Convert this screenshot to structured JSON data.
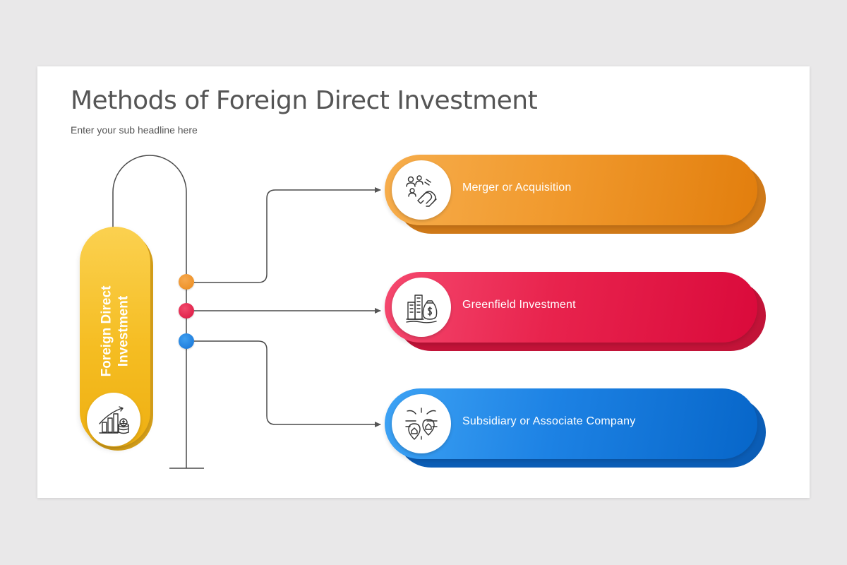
{
  "slide": {
    "title": "Methods of Foreign Direct Investment",
    "subtitle": "Enter your sub headline here"
  },
  "main": {
    "line1": "Foreign Direct",
    "line2": "Investment",
    "icon": "growth-chart-coins-icon",
    "color": "#f5bd22"
  },
  "items": [
    {
      "label": "Merger or Acquisition",
      "icon": "magnet-people-icon",
      "color": "#f19a2e"
    },
    {
      "label": "Greenfield Investment",
      "icon": "buildings-moneybag-icon",
      "color": "#e8234d"
    },
    {
      "label": "Subsidiary or Associate Company",
      "icon": "location-map-icon",
      "color": "#1d82e4"
    }
  ]
}
